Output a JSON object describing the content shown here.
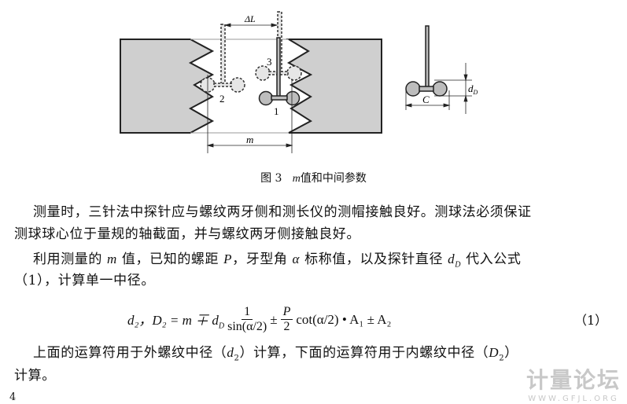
{
  "figure": {
    "label_dL": "ΔL",
    "label_m": "m",
    "label_1": "1",
    "label_2": "2",
    "label_3": "3",
    "label_C": "C",
    "label_dD": "d",
    "label_dD_sub": "D"
  },
  "caption": {
    "prefix": "图 3",
    "var": "m",
    "rest": "值和中间参数"
  },
  "paragraphs": {
    "p1a": "测量时，三针法中探针应与螺纹两牙侧和测长仪的测帽接触良好。测球法必须保证",
    "p1b": "测球球心位于量规的轴截面，并与螺纹两牙侧接触良好。",
    "p2a_1": "利用测量的",
    "p2a_m": "m",
    "p2a_2": "值，已知的螺距",
    "p2a_P": "P",
    "p2a_3": "，牙型角",
    "p2a_a": "α",
    "p2a_4": "标称值，以及探针直径",
    "p2a_d": "d",
    "p2a_dsub": "D",
    "p2a_5": "代入公式",
    "p2b": "（1），计算单一中径。",
    "p3a_1": "上面的运算符用于外螺纹中径（",
    "p3a_d": "d",
    "p3a_sub": "2",
    "p3a_2": "）计算，下面的运算符用于内螺纹中径（",
    "p3a_D": "D",
    "p3a_sub2": "2",
    "p3a_3": "）",
    "p3b": "计算。"
  },
  "formula": {
    "lhs": "d₂，D₂ = m ∓ d",
    "lhs_sub": "D",
    "frac1_num": "1",
    "frac1_den": "sin(α/2)",
    "pm1": "±",
    "frac2_num": "P",
    "frac2_den": "2",
    "tail": "cot(α/2) • A₁ ± A₂",
    "eqno": "（1）"
  },
  "page_number": "4",
  "watermark": {
    "title": "计量论坛",
    "url": "WWW.GFJL.ORG"
  }
}
